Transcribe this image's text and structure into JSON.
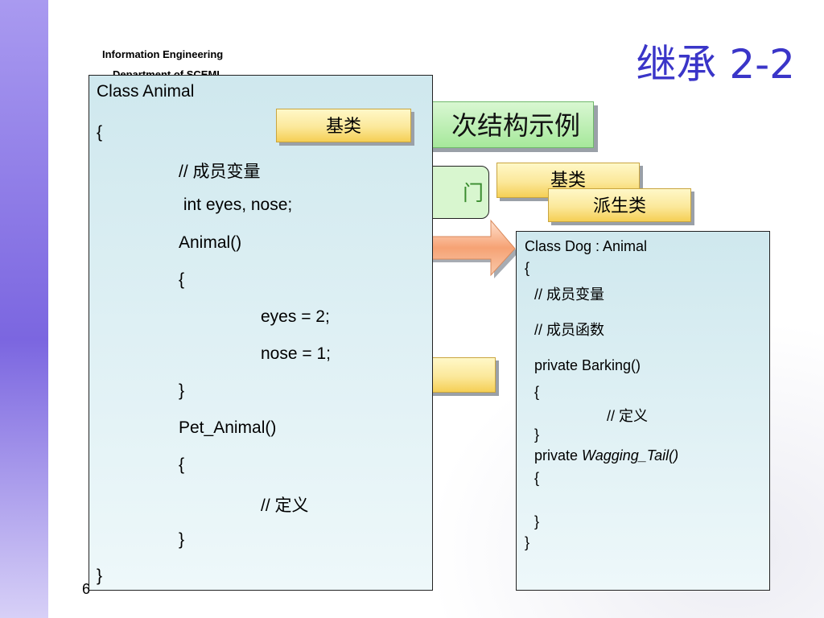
{
  "header": {
    "org_line1": "Information Engineering",
    "org_line2": "Department of SCEMI",
    "title": "继承 2-2"
  },
  "banner": {
    "text": "次结构示例"
  },
  "rounded_box": {
    "text": "门"
  },
  "labels": {
    "base_class_1": "基类",
    "base_class_2": "基类",
    "derived_class": "派生类",
    "empty_label": ""
  },
  "animal_code": {
    "lines": [
      "Class Animal",
      "{",
      "// 成员变量",
      " int eyes, nose;",
      "Animal()",
      "{",
      "eyes = 2;",
      "nose = 1;",
      "}",
      "Pet_Animal()",
      "{",
      "// 定义",
      "}",
      "}"
    ]
  },
  "dog_code": {
    "line_0": "Class Dog : Animal",
    "line_1": "{",
    "line_2": "// 成员变量",
    "line_3": "// 成员函数",
    "line_4": "private Barking()",
    "line_5": "{",
    "line_6": "// 定义",
    "line_7": "}",
    "line_8_prefix": "private ",
    "line_8_italic": "Wagging_Tail()",
    "line_9": "{",
    "line_10": "}",
    "line_11": "}"
  },
  "footer": {
    "page_number": "6"
  },
  "colors": {
    "title": "#3a35c8",
    "banner_green": "#a6e89b",
    "label_yellow": "#f5cf55",
    "code_bg": "#cfe8ee",
    "arrow_orange": "#f6a274"
  }
}
